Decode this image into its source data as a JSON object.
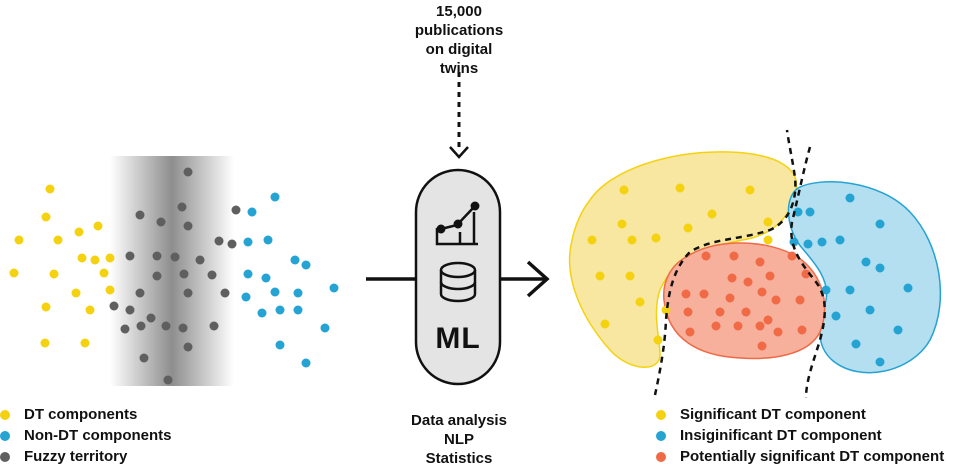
{
  "source_label": [
    "15,000",
    "publications",
    "on digital",
    "twins"
  ],
  "ml_label": "ML",
  "process_labels": [
    "Data analysis",
    "NLP",
    "Statistics"
  ],
  "left_legend": [
    {
      "label": "DT components",
      "color": "#f5d210"
    },
    {
      "label": "Non-DT components",
      "color": "#25a3d3"
    },
    {
      "label": "Fuzzy territory",
      "color": "#5f5f5f"
    }
  ],
  "right_legend": [
    {
      "label": "Significant DT component",
      "color": "#f5d210"
    },
    {
      "label": "Insiginificant DT component",
      "color": "#25a3d3"
    },
    {
      "label": "Potentially significant DT component",
      "color": "#ef6a45"
    }
  ],
  "colors": {
    "yellow": "#f5d210",
    "blue": "#25a3d3",
    "gray": "#5f5f5f",
    "orange": "#ef6a45",
    "yellow_region": "#f8e7a1",
    "blue_region": "#b3dff0",
    "orange_region": "#f7b09c"
  },
  "icons": [
    "line-chart-icon",
    "database-icon"
  ]
}
